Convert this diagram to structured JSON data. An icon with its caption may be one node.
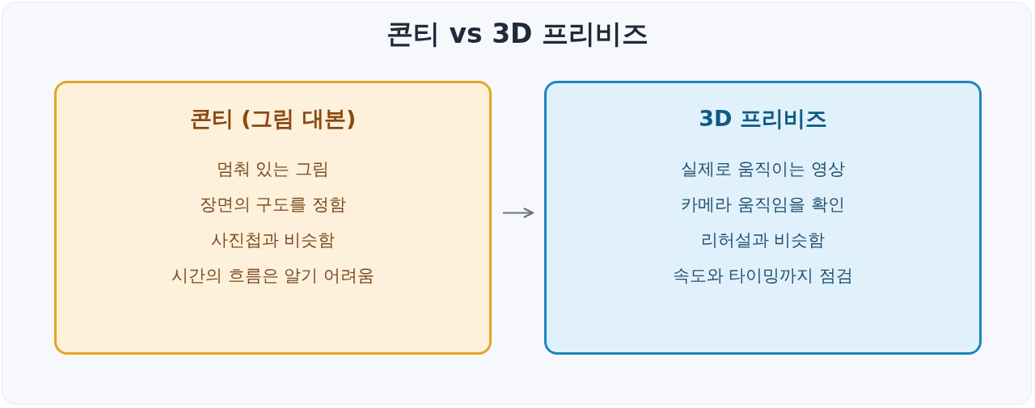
{
  "diagram": {
    "title": "콘티 vs 3D 프리비즈",
    "nodes": [
      {
        "text": [
          "콘티 (그림 대본)",
          "멈춰 있는 그림",
          "장면의 구도를 정함",
          "사진첩과 비슷함",
          "시간의 흐름은 알기 어려움"
        ]
      },
      {
        "text": [
          "3D 프리비즈",
          "실제로 움직이는 영상",
          "카메라 움직임을 확인",
          "리허설과 비슷함",
          "속도와 타이밍까지 점검"
        ]
      }
    ],
    "edges": [
      {
        "from": 0,
        "to": 1,
        "arrow": "to"
      }
    ]
  }
}
